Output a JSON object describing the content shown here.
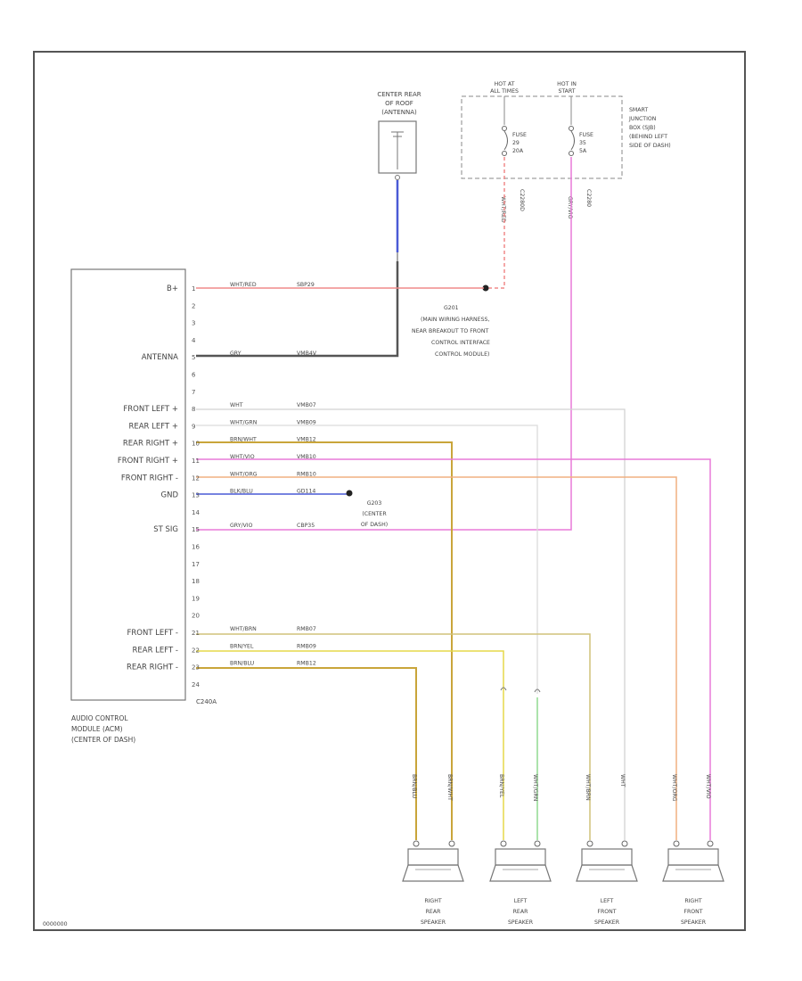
{
  "colors": {
    "red": "#f08a8a",
    "dark": "#555555",
    "gray_light": "#d2d2d2",
    "whgrn": "#dcdcdc",
    "brn_yel": "#c9a53a",
    "pink": "#e87ad8",
    "orange": "#f0b080",
    "blue": "#4a5ad6",
    "yellow": "#e6d84a",
    "khaki": "#d0c27a",
    "green": "#7fd47f"
  },
  "antenna": {
    "label_lines": [
      "CENTER REAR",
      "OF ROOF",
      "(ANTENNA)"
    ]
  },
  "fuse_box": {
    "hot_at_all_times": [
      "HOT AT",
      "ALL TIMES"
    ],
    "hot_in_start": [
      "HOT IN",
      "START"
    ],
    "fuse1": [
      "FUSE",
      "29",
      "20A"
    ],
    "fuse2": [
      "FUSE",
      "35",
      "5A"
    ],
    "label_lines": [
      "SMART",
      "JUNCTION",
      "BOX (SJB)",
      "(BEHIND LEFT",
      "SIDE OF DASH)"
    ],
    "conn1": "C2280D",
    "conn2": "C2280",
    "wire1": "WHT/RED",
    "wire2": "GRY/VIO"
  },
  "ground_g201": {
    "lines": [
      "G201",
      "(MAIN WIRING HARNESS,",
      "NEAR BREAKOUT TO FRONT",
      "CONTROL INTERFACE",
      "CONTROL MODULE)"
    ]
  },
  "ground_g203": {
    "lines": [
      "G203",
      "(CENTER",
      "OF DASH)"
    ]
  },
  "module": {
    "name_lines": [
      "AUDIO CONTROL",
      "MODULE (ACM)",
      "(CENTER OF DASH)"
    ],
    "connector": "C240A",
    "pins": [
      "1",
      "2",
      "3",
      "4",
      "5",
      "6",
      "7",
      "8",
      "9",
      "10",
      "11",
      "12",
      "13",
      "14",
      "15",
      "16",
      "17",
      "18",
      "19",
      "20",
      "21",
      "22",
      "23",
      "24"
    ],
    "pin_labels": {
      "1": "B+",
      "5": "ANTENNA",
      "8": "FRONT LEFT +",
      "9": "REAR LEFT +",
      "10": "REAR RIGHT +",
      "11": "FRONT RIGHT +",
      "12": "FRONT RIGHT -",
      "13": "GND",
      "15": "ST SIG",
      "21": "FRONT LEFT -",
      "22": "REAR LEFT -",
      "23": "REAR RIGHT -"
    }
  },
  "wires": [
    {
      "pin": "1",
      "color_name": "WHT/RED",
      "circuit": "SBP29",
      "color": "#f08a8a"
    },
    {
      "pin": "5",
      "color_name": "GRY",
      "circuit": "VMB4V",
      "color": "#555555"
    },
    {
      "pin": "8",
      "color_name": "WHT",
      "circuit": "VMB07",
      "color": "#d2d2d2"
    },
    {
      "pin": "9",
      "color_name": "WHT/GRN",
      "circuit": "VMB09",
      "color": "#dcdcdc"
    },
    {
      "pin": "10",
      "color_name": "BRN/WHT",
      "circuit": "VMB12",
      "color": "#c9a53a"
    },
    {
      "pin": "11",
      "color_name": "WHT/VIO",
      "circuit": "VMB10",
      "color": "#e87ad8"
    },
    {
      "pin": "12",
      "color_name": "WHT/ORG",
      "circuit": "RMB10",
      "color": "#f0b080"
    },
    {
      "pin": "13",
      "color_name": "BLK/BLU",
      "circuit": "GD114",
      "color": "#4a5ad6"
    },
    {
      "pin": "15",
      "color_name": "GRY/VIO",
      "circuit": "CBP35",
      "color": "#e87ad8"
    },
    {
      "pin": "21",
      "color_name": "WHT/BRN",
      "circuit": "RMB07",
      "color": "#d0c27a"
    },
    {
      "pin": "22",
      "color_name": "BRN/YEL",
      "circuit": "RMB09",
      "color": "#e6d84a"
    },
    {
      "pin": "23",
      "color_name": "BRN/BLU",
      "circuit": "RMB12",
      "color": "#c9a53a"
    }
  ],
  "speakers": [
    {
      "lines": [
        "RIGHT",
        "REAR",
        "SPEAKER"
      ],
      "wire_labels": [
        "BRN/BLU",
        "BRN/WHT"
      ]
    },
    {
      "lines": [
        "LEFT",
        "REAR",
        "SPEAKER"
      ],
      "wire_labels": [
        "BRN/YEL",
        "WHT/GRN"
      ]
    },
    {
      "lines": [
        "LEFT",
        "FRONT",
        "SPEAKER"
      ],
      "wire_labels": [
        "WHT/BRN",
        "WHT"
      ]
    },
    {
      "lines": [
        "RIGHT",
        "FRONT",
        "SPEAKER"
      ],
      "wire_labels": [
        "WHT/ORG",
        "WHT/VIO"
      ]
    }
  ],
  "ref_id": "0000000"
}
